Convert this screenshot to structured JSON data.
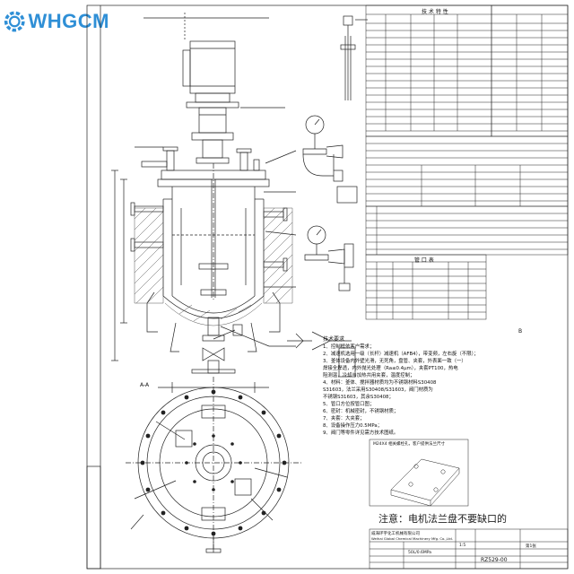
{
  "logo": {
    "text": "WHGCM",
    "icon": "gear-logo-icon",
    "color": "#2f8fd6"
  },
  "drawing": {
    "tech_title": "技 术 特 性",
    "pipe_table_title": "管 口 表",
    "requirements_title": "技术要求",
    "requirements": [
      "1、控制框依客户需求；",
      "2、减速机选用一级（长杆）减速机（AFB4），带变频，左右旋（不限）；",
      "3、釜体设备内外壁光滑，无死角，盘管、夹套，外表面一致（一）",
      "  焊接全焊透，内外抛光处理（Ra≤0.4μm），夹套PT100，热电",
      "  阻测温，冷却与加热共用夹套，温度控制；",
      "4、材料：釜体、搅拌器材质均为不锈钢材料S30408",
      "  S31603，法兰采用S30408/S31603，阀门材质为",
      "  不锈钢S31603，其余S30408；",
      "5、管口方位按管口图；",
      "6、密封：机械密封，不锈钢材质；",
      "7、夹套：大夹套；",
      "8、设备操作压力0.5MPa；",
      "9、阀门等零件详见需方技术图纸。"
    ],
    "detail_caption": "M24X4 相关螺栓孔，客户提供法兰尺寸",
    "remark": "注意：电机法兰盘不要缺口的",
    "company_cn": "威海环宇化工机械有限公司",
    "company_en": "Weihai Global Chemical Machinery Mfg. Co.,Ltd.",
    "spec_pressure": "50L/0.6MPa",
    "drawing_no": "RZ529-00",
    "label_a": "A-A",
    "label_b": "B",
    "scale": "1:5",
    "sheet": "第1张"
  }
}
